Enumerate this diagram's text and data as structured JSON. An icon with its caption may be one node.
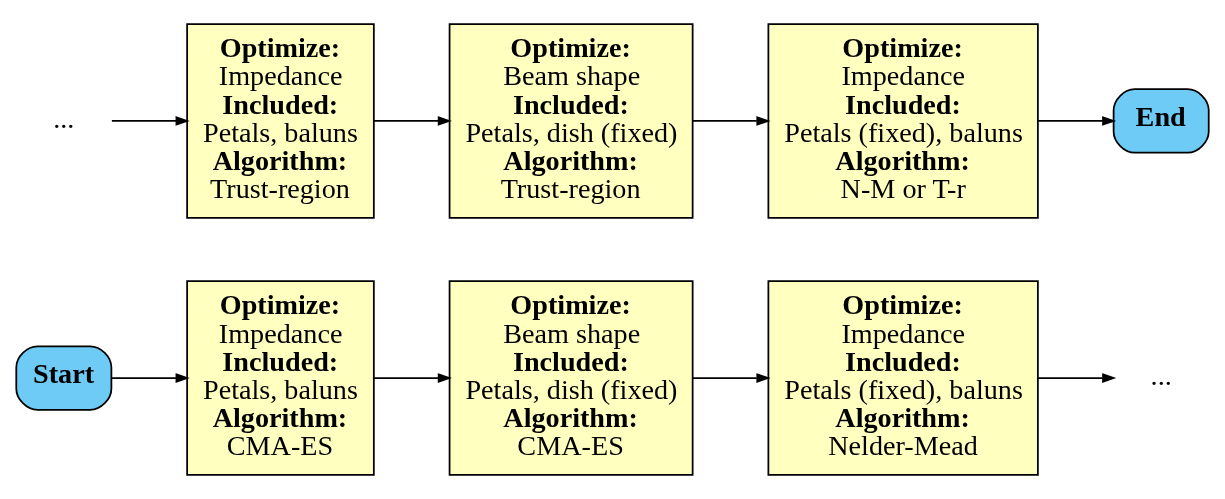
{
  "diagram": {
    "nodes": [
      {
        "text": [
          "Start"
        ]
      },
      {
        "text": [
          "Optimize:",
          "Impedance",
          "Included:",
          "Petals, baluns",
          "Algorithm:",
          "CMA-ES"
        ]
      },
      {
        "text": [
          "Optimize:",
          "Beam shape",
          "Included:",
          "Petals, dish (fixed)",
          "Algorithm:",
          "CMA-ES"
        ]
      },
      {
        "text": [
          "Optimize:",
          "Impedance",
          "Included:",
          "Petals (fixed), baluns",
          "Algorithm:",
          "Nelder-Mead"
        ]
      },
      {
        "text": [
          "..."
        ]
      },
      {
        "text": [
          "..."
        ]
      },
      {
        "text": [
          "Optimize:",
          "Impedance",
          "Included:",
          "Petals, baluns",
          "Algorithm:",
          "Trust-region"
        ]
      },
      {
        "text": [
          "Optimize:",
          "Beam shape",
          "Included:",
          "Petals, dish (fixed)",
          "Algorithm:",
          "Trust-region"
        ]
      },
      {
        "text": [
          "Optimize:",
          "Impedance",
          "Included:",
          "Petals (fixed), baluns",
          "Algorithm:",
          "N-M or T-r"
        ]
      },
      {
        "text": [
          "End"
        ]
      }
    ],
    "edges": [
      {
        "from": 0,
        "to": 1,
        "arrow": "to"
      },
      {
        "from": 1,
        "to": 2,
        "arrow": "to"
      },
      {
        "from": 2,
        "to": 3,
        "arrow": "to"
      },
      {
        "from": 3,
        "to": 4,
        "arrow": "to"
      },
      {
        "from": 5,
        "to": 6,
        "arrow": "to"
      },
      {
        "from": 6,
        "to": 7,
        "arrow": "to"
      },
      {
        "from": 7,
        "to": 8,
        "arrow": "to"
      },
      {
        "from": 8,
        "to": 9,
        "arrow": "to"
      }
    ]
  }
}
